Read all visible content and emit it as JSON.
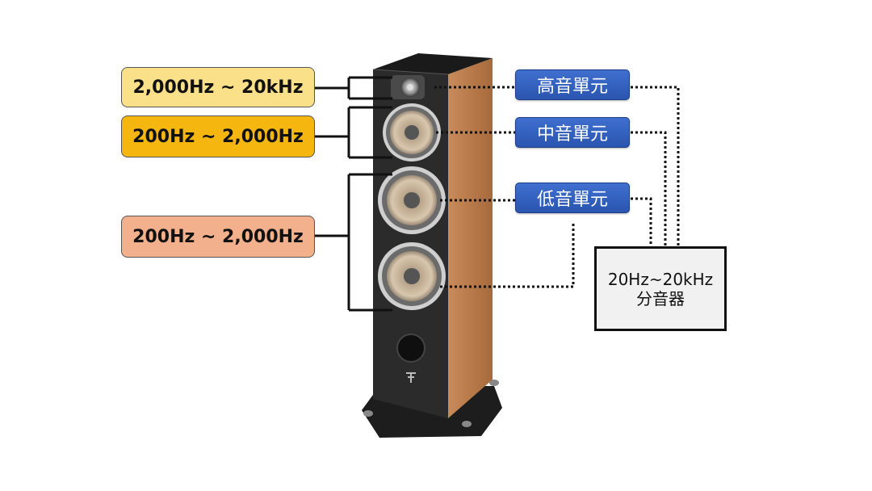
{
  "frequency_labels": [
    {
      "text": "2,000Hz ~ 20kHz",
      "color": "#fbe08a"
    },
    {
      "text": "200Hz ~ 2,000Hz",
      "color": "#f5b70f"
    },
    {
      "text": "200Hz ~ 2,000Hz",
      "color": "#f2b08c"
    }
  ],
  "driver_units": [
    {
      "text": "高音單元"
    },
    {
      "text": "中音單元"
    },
    {
      "text": "低音單元"
    }
  ],
  "crossover": {
    "line1": "20Hz~20kHz",
    "line2": "分音器"
  },
  "colors": {
    "unit_button": "#2f5fc4",
    "cabinet_wood": "#b97a4a",
    "baffle": "#2a2a2a"
  }
}
